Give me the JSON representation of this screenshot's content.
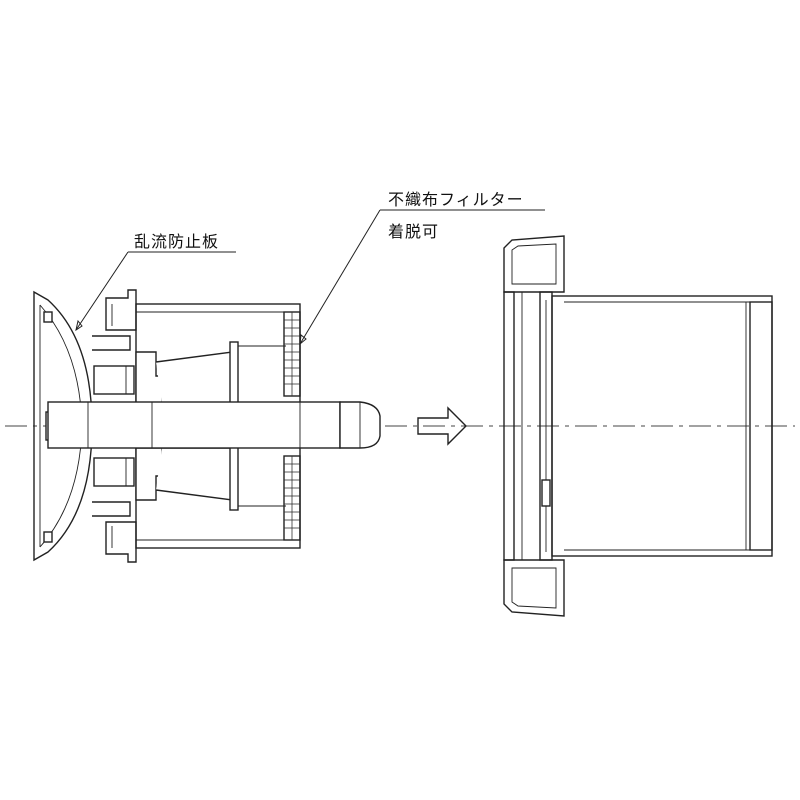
{
  "labels": {
    "turbulence_plate": "乱流防止板",
    "filter_line1": "不織布フィルター",
    "filter_line2": "着脱可"
  }
}
